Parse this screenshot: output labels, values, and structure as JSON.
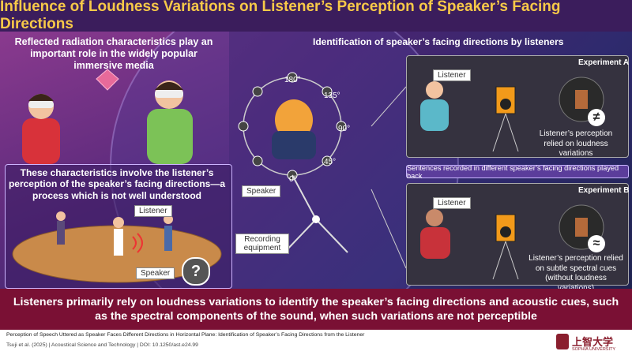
{
  "title": "Influence of Loudness Variations on Listener’s Perception of Speaker’s Facing Directions",
  "left": {
    "caption_top": "Reflected radiation characteristics play an important role in the widely popular immersive media",
    "caption_mid": "These characteristics involve the listener’s perception of the speaker’s facing directions—a process which is not well understood",
    "listener_label": "Listener",
    "speaker_label": "Speaker",
    "question_mark": "?"
  },
  "center": {
    "heading": "Identification of speaker’s facing directions by listeners",
    "angles": [
      "180°",
      "135°",
      "90°",
      "45°",
      "0°"
    ],
    "speaker_label": "Speaker",
    "recording_label": "Recording equipment"
  },
  "experiment_a": {
    "title": "Experiment A",
    "listener_label": "Listener",
    "symbol": "≠",
    "caption": "Listener’s perception relied on loudness variations"
  },
  "banner": "Sentences recorded in different speaker’s facing directions played back",
  "experiment_b": {
    "title": "Experiment B",
    "listener_label": "Listener",
    "symbol": "≈",
    "caption": "Listener’s perception relied on subtle spectral cues (without loudness variations)"
  },
  "conclusion": "Listeners primarily rely on loudness variations to identify the speaker’s facing directions and acoustic cues, such as the spectral components of the sound, when such variations are not perceptible",
  "footer": {
    "paper_title": "Perception of Speech Uttered as Speaker Faces Different Directions in Horizontal Plane: Identification of Speaker’s Facing Directions from the Listener",
    "citation": "Tsuji et al. (2025) | Acoustical Science and Technology | DOI: 10.1250/ast.e24.99",
    "logo_text": "上智大学",
    "logo_sub": "SOPHIA UNIVERSITY"
  },
  "colors": {
    "title_text": "#f7c948",
    "bottom_bar": "#7a1034"
  }
}
